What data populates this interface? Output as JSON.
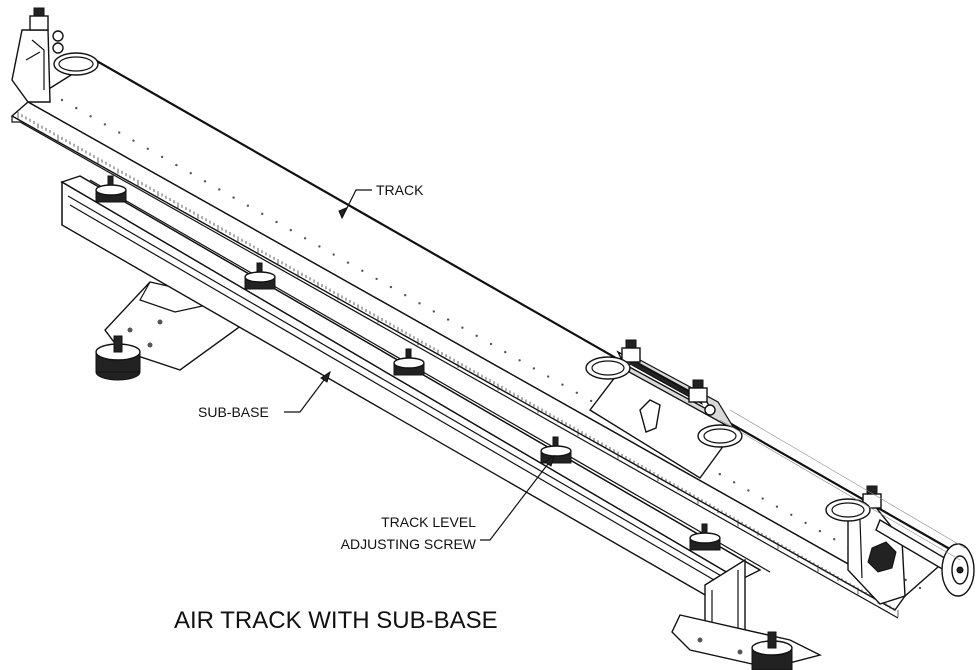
{
  "title": "AIR TRACK WITH SUB-BASE",
  "callouts": {
    "track": "TRACK",
    "sub_base": "SUB-BASE",
    "screw_line1": "TRACK LEVEL",
    "screw_line2": "ADJUSTING SCREW"
  }
}
